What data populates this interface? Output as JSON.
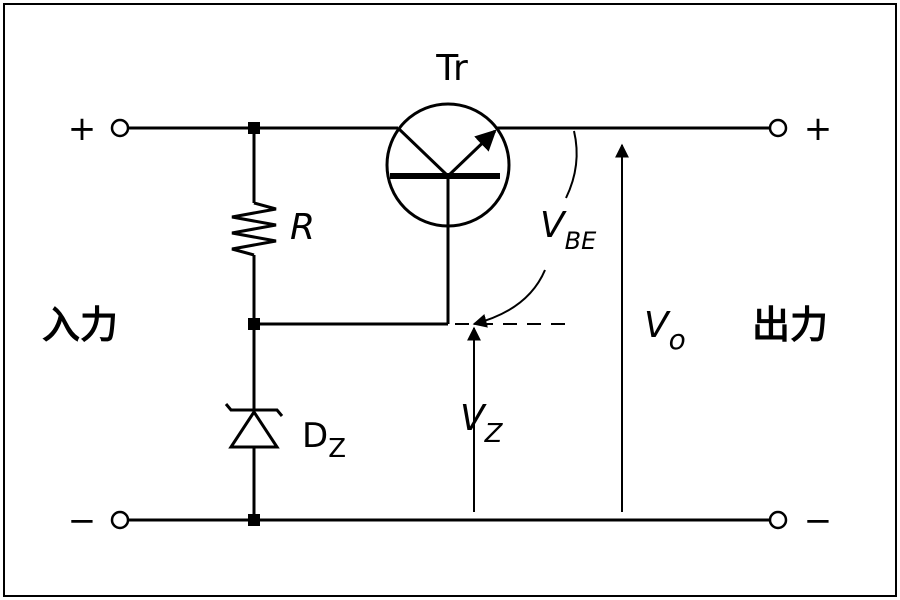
{
  "labels": {
    "transistor": "Tr",
    "resistor": "R",
    "zener_main": "D",
    "zener_sub": "Z",
    "input": "入力",
    "output": "出力",
    "vbe_main": "V",
    "vbe_sub": "BE",
    "vz_main": "V",
    "vz_sub": "Z",
    "vo_main": "V",
    "vo_sub": "o",
    "plus": "+",
    "minus": "−"
  }
}
